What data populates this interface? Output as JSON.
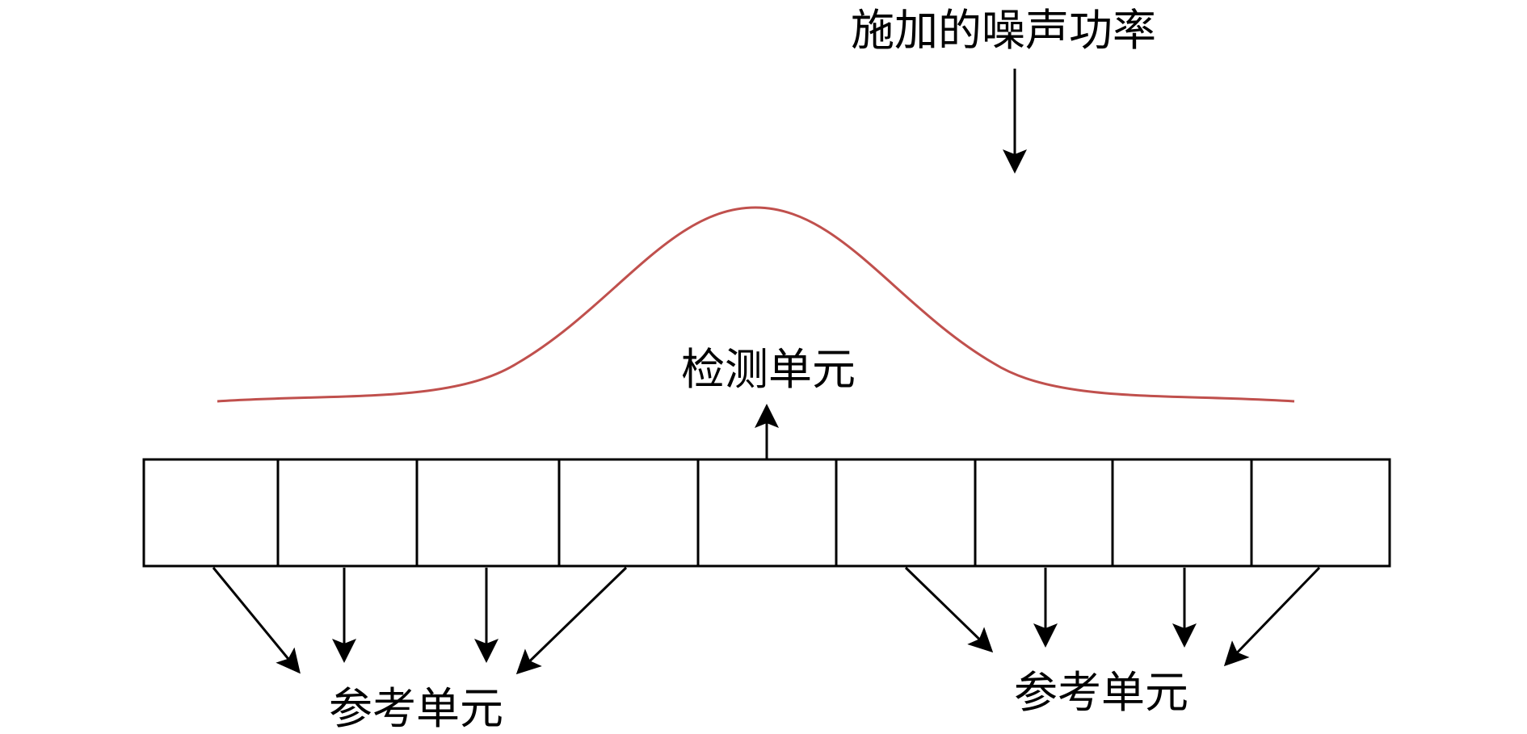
{
  "labels": {
    "noise_power": "施加的噪声功率",
    "detection_cell": "检测单元",
    "reference_cells_left": "参考单元",
    "reference_cells_right": "参考单元"
  },
  "cells": {
    "count": 9,
    "detection_index": 4
  },
  "colors": {
    "curve": "#c0504d",
    "line": "#000000"
  }
}
